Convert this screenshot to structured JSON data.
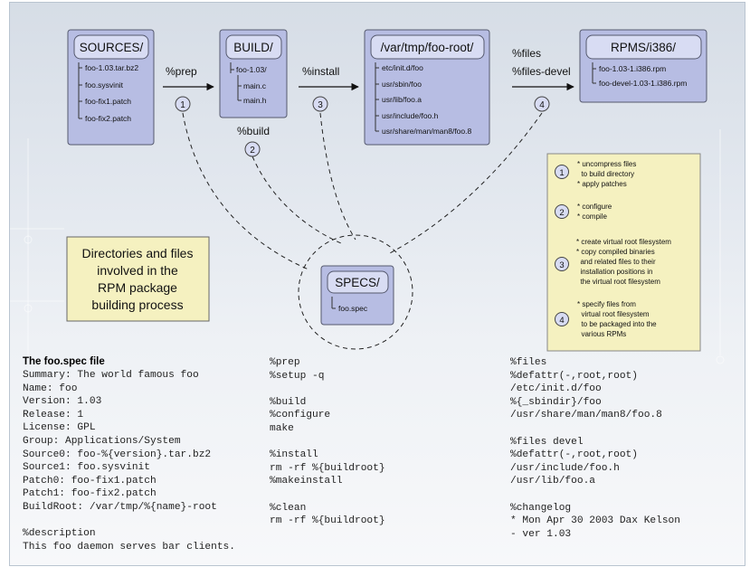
{
  "boxes": {
    "sources": {
      "title": "SOURCES/",
      "items": [
        "foo-1.03.tar.bz2",
        "foo.sysvinit",
        "foo-fix1.patch",
        "foo-fix2.patch"
      ]
    },
    "build": {
      "title": "BUILD/",
      "items": [
        "foo-1.03/",
        "main.c",
        "main.h"
      ]
    },
    "buildroot": {
      "title": "/var/tmp/foo-root/",
      "items": [
        "etc/init.d/foo",
        "usr/sbin/foo",
        "usr/lib/foo.a",
        "usr/include/foo.h",
        "usr/share/man/man8/foo.8"
      ]
    },
    "rpms": {
      "title": "RPMS/i386/",
      "items": [
        "foo-1.03-1.i386.rpm",
        "foo-devel-1.03-1.i386.rpm"
      ]
    },
    "specs": {
      "title": "SPECS/",
      "items": [
        "foo.spec"
      ]
    }
  },
  "stages": {
    "prep": "%prep",
    "install": "%install",
    "build": "%build",
    "files": "%files",
    "files_devel": "%files-devel"
  },
  "steps": [
    "1",
    "2",
    "3",
    "4"
  ],
  "caption": [
    "Directories and files",
    "involved in the",
    "RPM package",
    "building process"
  ],
  "legend": {
    "1": [
      "* uncompress files",
      "  to build directory",
      "* apply patches"
    ],
    "2": [
      "* configure",
      "* compile"
    ],
    "3": [
      "* create virtual root filesystem",
      "* copy compiled binaries",
      "  and related files to their",
      "  installation positions in",
      "  the virtual root filesystem"
    ],
    "4": [
      "* specify files from",
      "  virtual root filesystem",
      "  to be packaged into the",
      "  various RPMs"
    ]
  },
  "specfile": {
    "title": "The foo.spec file",
    "col1": "Summary: The world famous foo\nName: foo\nVersion: 1.03\nRelease: 1\nLicense: GPL\nGroup: Applications/System\nSource0: foo-%{version}.tar.bz2\nSource1: foo.sysvinit\nPatch0: foo-fix1.patch\nPatch1: foo-fix2.patch\nBuildRoot: /var/tmp/%{name}-root\n\n%description\nThis foo daemon serves bar clients.",
    "col2": "%prep\n%setup -q\n\n%build\n%configure\nmake\n\n%install\nrm -rf %{buildroot}\n%makeinstall\n\n%clean\nrm -rf %{buildroot}",
    "col3": "%files\n%defattr(-,root,root)\n/etc/init.d/foo\n%{_sbindir}/foo\n/usr/share/man/man8/foo.8\n\n%files devel\n%defattr(-,root,root)\n/usr/include/foo.h\n/usr/lib/foo.a\n\n%changelog\n* Mon Apr 30 2003 Dax Kelson\n- ver 1.03"
  },
  "colors": {
    "box_fill": "#b7bde3",
    "title_fill": "#d8dcf3",
    "legend_fill": "#f5f1c0",
    "caption_fill": "#f5f1c0"
  }
}
